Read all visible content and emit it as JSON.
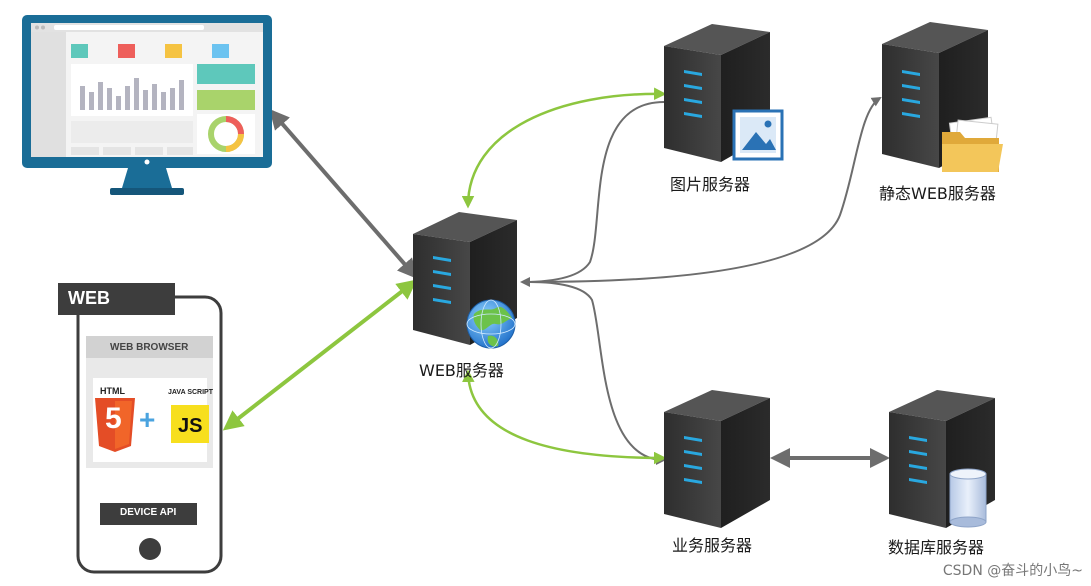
{
  "phone": {
    "tag": "WEB",
    "browser_label": "WEB BROWSER",
    "html_label": "HTML",
    "html_digit": "5",
    "plus": "+",
    "js_caption": "JAVA SCRIPT",
    "js_label": "JS",
    "device_api": "DEVICE API"
  },
  "nodes": {
    "web_server": "WEB服务器",
    "image_server": "图片服务器",
    "static_server": "静态WEB服务器",
    "business_server": "业务服务器",
    "db_server": "数据库服务器"
  },
  "colors": {
    "green_arrow": "#8dc63f",
    "gray_arrow": "#6d6d6d",
    "server_body": "#3a3a3a",
    "server_led": "#29a8e0",
    "monitor_frame": "#1a6d97"
  },
  "watermark": "CSDN @奋斗的小鸟~"
}
